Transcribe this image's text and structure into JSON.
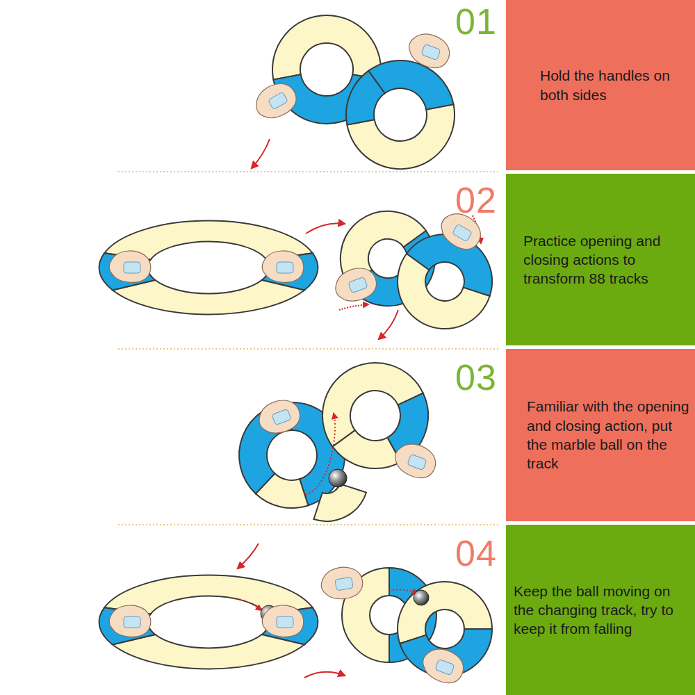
{
  "diagram": {
    "nodes": [
      {
        "text": [
          "Hold the handles on both sides"
        ]
      },
      {
        "text": [
          "Practice opening and closing actions to transform 88 tracks"
        ]
      },
      {
        "text": [
          "Familiar with the opening and closing action, put the marble ball on the track"
        ]
      },
      {
        "text": [
          "Keep the ball moving on the changing track, try to keep it from falling"
        ]
      }
    ],
    "labels": [
      "01",
      "02",
      "03",
      "04"
    ]
  }
}
